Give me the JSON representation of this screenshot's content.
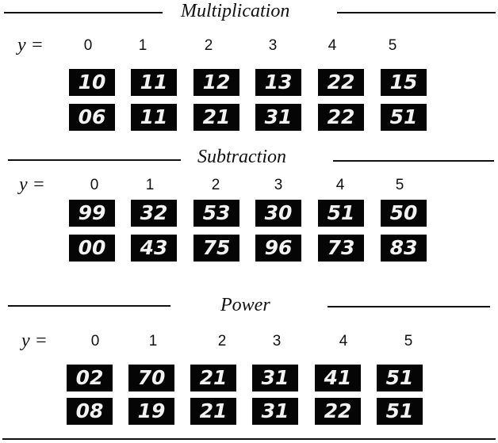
{
  "sections": [
    {
      "title": "Multiplication",
      "y_label": "y =",
      "y_values": [
        "0",
        "1",
        "2",
        "3",
        "4",
        "5"
      ],
      "rows": [
        [
          "10",
          "11",
          "12",
          "13",
          "22",
          "15"
        ],
        [
          "06",
          "11",
          "21",
          "31",
          "22",
          "51"
        ]
      ]
    },
    {
      "title": "Subtraction",
      "y_label": "y =",
      "y_values": [
        "0",
        "1",
        "2",
        "3",
        "4",
        "5"
      ],
      "rows": [
        [
          "99",
          "32",
          "53",
          "30",
          "51",
          "50"
        ],
        [
          "00",
          "43",
          "75",
          "96",
          "73",
          "83"
        ]
      ]
    },
    {
      "title": "Power",
      "y_label": "y =",
      "y_values": [
        "0",
        "1",
        "2",
        "3",
        "4",
        "5"
      ],
      "rows": [
        [
          "02",
          "70",
          "21",
          "31",
          "41",
          "51"
        ],
        [
          "08",
          "19",
          "21",
          "31",
          "22",
          "51"
        ]
      ]
    }
  ]
}
